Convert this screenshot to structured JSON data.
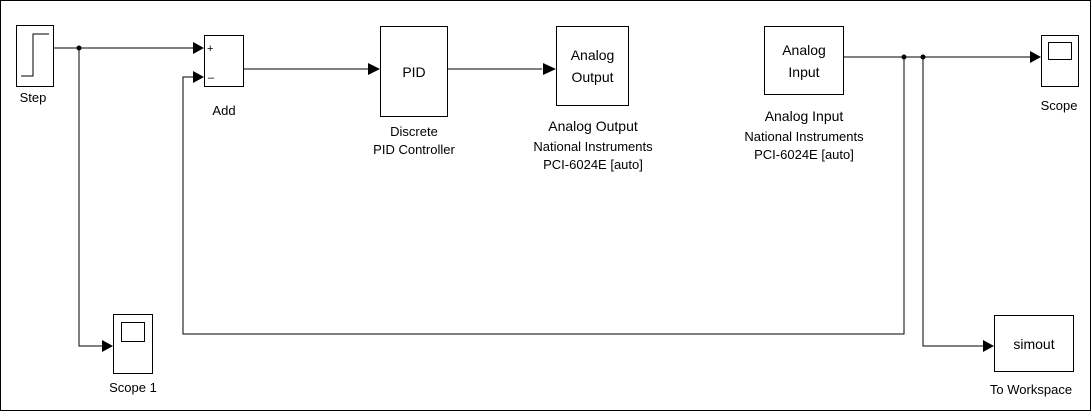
{
  "blocks": {
    "step": {
      "label": "Step"
    },
    "add": {
      "label": "Add",
      "plus_sign": "+",
      "minus_sign": "–"
    },
    "pid": {
      "text": "PID",
      "label": "Discrete\nPID Controller"
    },
    "analog_out": {
      "text": "Analog\nOutput",
      "label": "Analog Output",
      "sublabel": "National Instruments\nPCI-6024E [auto]"
    },
    "analog_in": {
      "text": "Analog\nInput",
      "label": "Analog Input",
      "sublabel": "National Instruments\nPCI-6024E [auto]"
    },
    "scope": {
      "label": "Scope"
    },
    "scope1": {
      "label": "Scope 1"
    },
    "to_ws": {
      "text": "simout",
      "label": "To Workspace"
    }
  }
}
